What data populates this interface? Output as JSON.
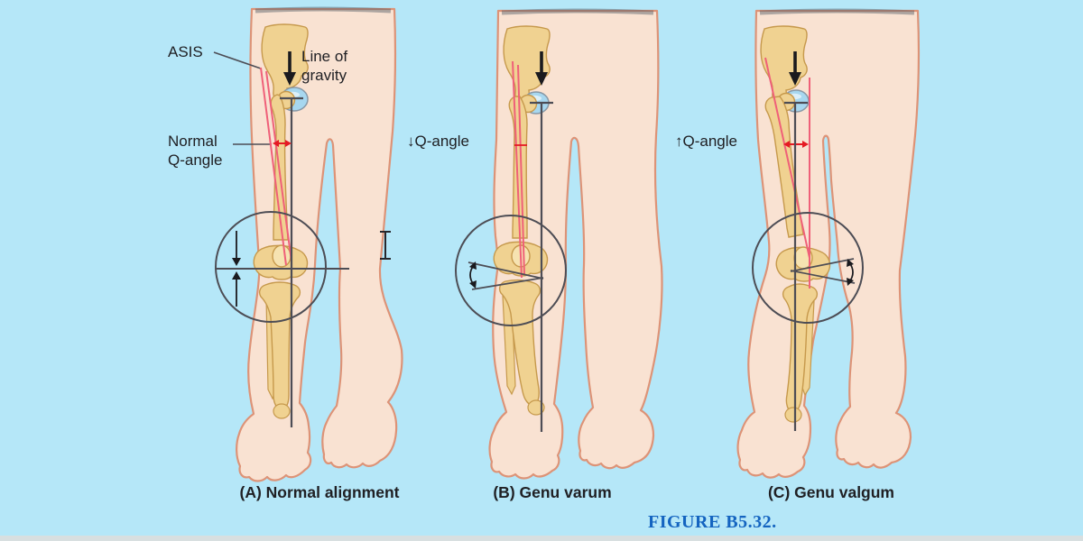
{
  "figure": {
    "labels": {
      "asis": "ASIS",
      "line_of_gravity": "Line of gravity",
      "normal_q_angle": "Normal Q-angle",
      "decreased_q_angle": "↓Q-angle",
      "increased_q_angle": "↑Q-angle"
    },
    "captions": {
      "panel_a": "(A) Normal alignment",
      "panel_b": "(B) Genu varum",
      "panel_c": "(C) Genu valgum"
    },
    "figure_number": "FIGURE B5.32.",
    "colors": {
      "background": "#b5e7f8",
      "bottom_strip": "#d8dfe0",
      "skin": "#f9e2d2",
      "skin_outline": "#dd9377",
      "bone": "#f0d291",
      "bone_light": "#f6e3b1",
      "bone_outline": "#c6994c",
      "hip_socket": "#a7d7ef",
      "hip_socket_outline": "#8898a6",
      "gravity_line": "#4d4d55",
      "q_angle_line": "#ef6079",
      "arrow_red": "#e51a23",
      "ink": "#1a1a1e",
      "label": "#202024",
      "figure_number": "#1464c0"
    }
  }
}
